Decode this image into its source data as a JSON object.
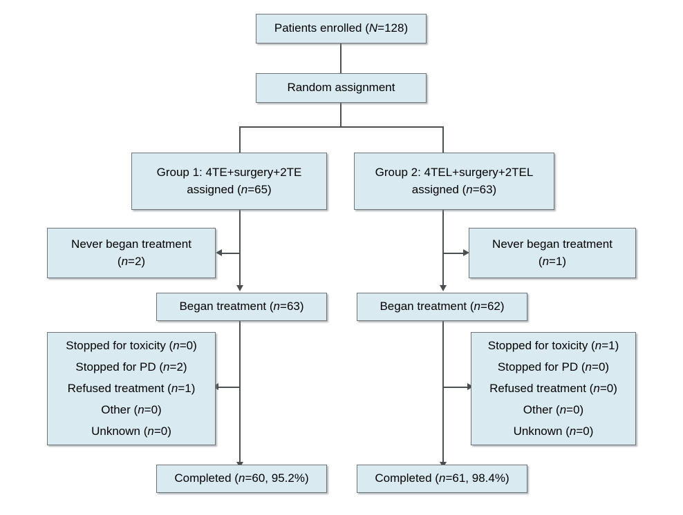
{
  "diagram": {
    "type": "flowchart",
    "title": "CONSORT patient flow diagram",
    "colors": {
      "box_fill": "#daeaf1",
      "box_border": "#6f7376",
      "connector": "#4a4f52",
      "background": "#ffffff",
      "text": "#000000"
    }
  },
  "nodes": {
    "enrolled": {
      "lines": [
        "Patients enrolled (N=128)"
      ],
      "line1_pre": "Patients enrolled (",
      "line1_italic": "N",
      "line1_post": "=128)"
    },
    "randomization": {
      "lines": [
        "Random assignment"
      ],
      "label": "Random assignment"
    },
    "group1_assigned": {
      "line1": "Group 1: 4TE+surgery+2TE",
      "line2_pre": "assigned (",
      "line2_italic": "n",
      "line2_post": "=65)"
    },
    "group2_assigned": {
      "line1": "Group 2: 4TEL+surgery+2TEL",
      "line2_pre": "assigned (",
      "line2_italic": "n",
      "line2_post": "=63)"
    },
    "group1_never_began": {
      "line1": "Never began treatment",
      "line2_pre": "(",
      "line2_italic": "n",
      "line2_post": "=2)"
    },
    "group2_never_began": {
      "line1": "Never began treatment",
      "line2_pre": "(",
      "line2_italic": "n",
      "line2_post": "=1)"
    },
    "group1_began": {
      "pre": "Began treatment (",
      "italic": "n",
      "post": "=63)"
    },
    "group2_began": {
      "pre": "Began treatment (",
      "italic": "n",
      "post": "=62)"
    },
    "group1_reasons": {
      "rows": [
        {
          "pre": "Stopped for toxicity (",
          "italic": "n",
          "post": "=0)"
        },
        {
          "pre": "Stopped for PD (",
          "italic": "n",
          "post": "=2)"
        },
        {
          "pre": "Refused treatment (",
          "italic": "n",
          "post": "=1)"
        },
        {
          "pre": "Other (",
          "italic": "n",
          "post": "=0)"
        },
        {
          "pre": "Unknown (",
          "italic": "n",
          "post": "=0)"
        }
      ]
    },
    "group2_reasons": {
      "rows": [
        {
          "pre": "Stopped for toxicity (",
          "italic": "n",
          "post": "=1)"
        },
        {
          "pre": "Stopped for PD (",
          "italic": "n",
          "post": "=0)"
        },
        {
          "pre": "Refused treatment (",
          "italic": "n",
          "post": "=0)"
        },
        {
          "pre": "Other (",
          "italic": "n",
          "post": "=0)"
        },
        {
          "pre": "Unknown (",
          "italic": "n",
          "post": "=0)"
        }
      ]
    },
    "group1_completed": {
      "pre": "Completed (",
      "italic": "n",
      "post": "=60, 95.2%)"
    },
    "group2_completed": {
      "pre": "Completed (",
      "italic": "n",
      "post": "=61, 98.4%)"
    }
  },
  "counts": {
    "enrolled_N": 128,
    "group1_assigned_n": 65,
    "group2_assigned_n": 63,
    "group1_never_began_n": 2,
    "group2_never_began_n": 1,
    "group1_began_n": 63,
    "group2_began_n": 62,
    "group1_completed_n": 60,
    "group1_completed_pct": "95.2%",
    "group2_completed_n": 61,
    "group2_completed_pct": "98.4%"
  }
}
